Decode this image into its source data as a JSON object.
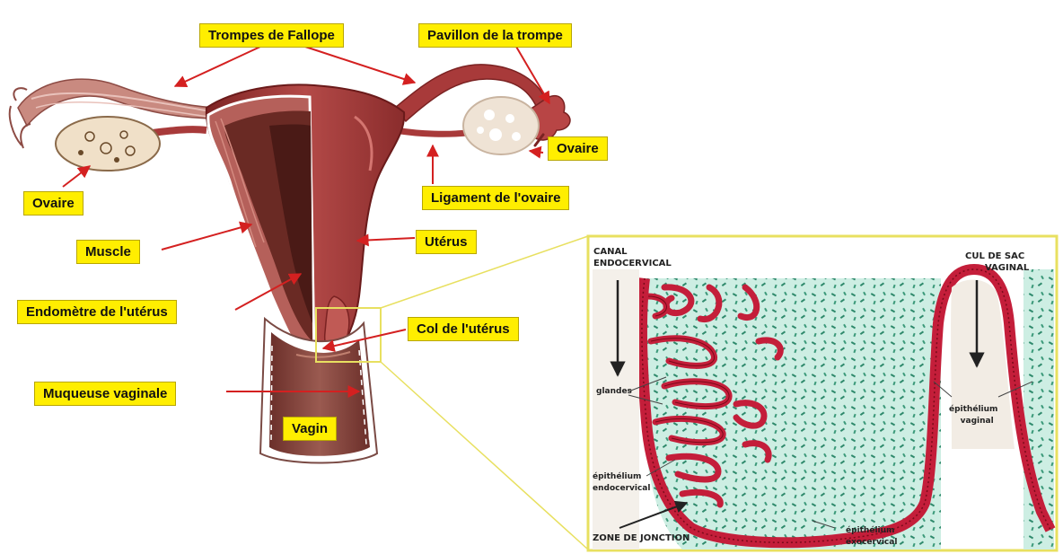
{
  "labels": {
    "trompes": "Trompes de Fallope",
    "pavillon": "Pavillon de la trompe",
    "ovaire_left": "Ovaire",
    "ovaire_right": "Ovaire",
    "ligament": "Ligament de l'ovaire",
    "muscle": "Muscle",
    "uterus": "Utérus",
    "endometre": "Endomètre de l'utérus",
    "col": "Col de l'utérus",
    "muqueuse": "Muqueuse vaginale",
    "vagin": "Vagin"
  },
  "histology": {
    "canal_line1": "CANAL",
    "canal_line2": "ENDOCERVICAL",
    "cul_line1": "CUL DE SAC",
    "cul_line2": "VAGINAL",
    "glandes": "glandes",
    "epi_endo_line1": "épithélium",
    "epi_endo_line2": "endocervical",
    "epi_vag_line1": "épithélium",
    "epi_vag_line2": "vaginal",
    "zone": "ZONE DE JONCTION",
    "epi_exo_line1": "épithélium",
    "epi_exo_line2": "exocervical"
  },
  "colors": {
    "label_bg": "#ffee00",
    "arrow": "#d42020",
    "tissue": "#a83a3a",
    "stroma": "#c9ece1",
    "epithelium": "#c41e3a",
    "frame": "#e8e060"
  }
}
